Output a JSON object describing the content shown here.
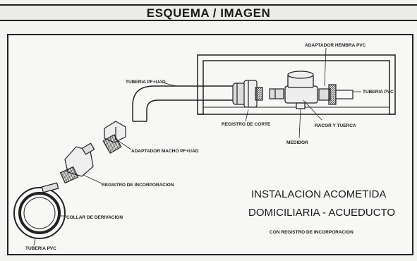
{
  "header": {
    "title": "ESQUEMA / IMAGEN"
  },
  "labels": {
    "adaptador_hembra": "ADAPTADOR HEMBRA PVC",
    "tuberia_pead": "TUBERIA PF+UAD",
    "tuberia_pvc_right": "TUBERIA PVC",
    "registro_corte": "REGISTRO DE CORTE",
    "racor_tuerca": "RACOR Y TUERCA",
    "medidor": "MEDIDOR",
    "adaptador_macho": "ADAPTADOR MACHO PF+UAD",
    "registro_incorporacion": "REGISTRO DE INCORPORACION",
    "collar_derivacion": "COLLAR DE DERIVACION",
    "tuberia_pvc_left": "TUBERIA PVC"
  },
  "caption": {
    "line1": "INSTALACION ACOMETIDA",
    "line2": "DOMICILIARIA - ACUEDUCTO",
    "line3": "CON REGISTRO DE INCORPORACION"
  },
  "colors": {
    "ink": "#1e1e1e",
    "paper": "#f7f7f5"
  }
}
